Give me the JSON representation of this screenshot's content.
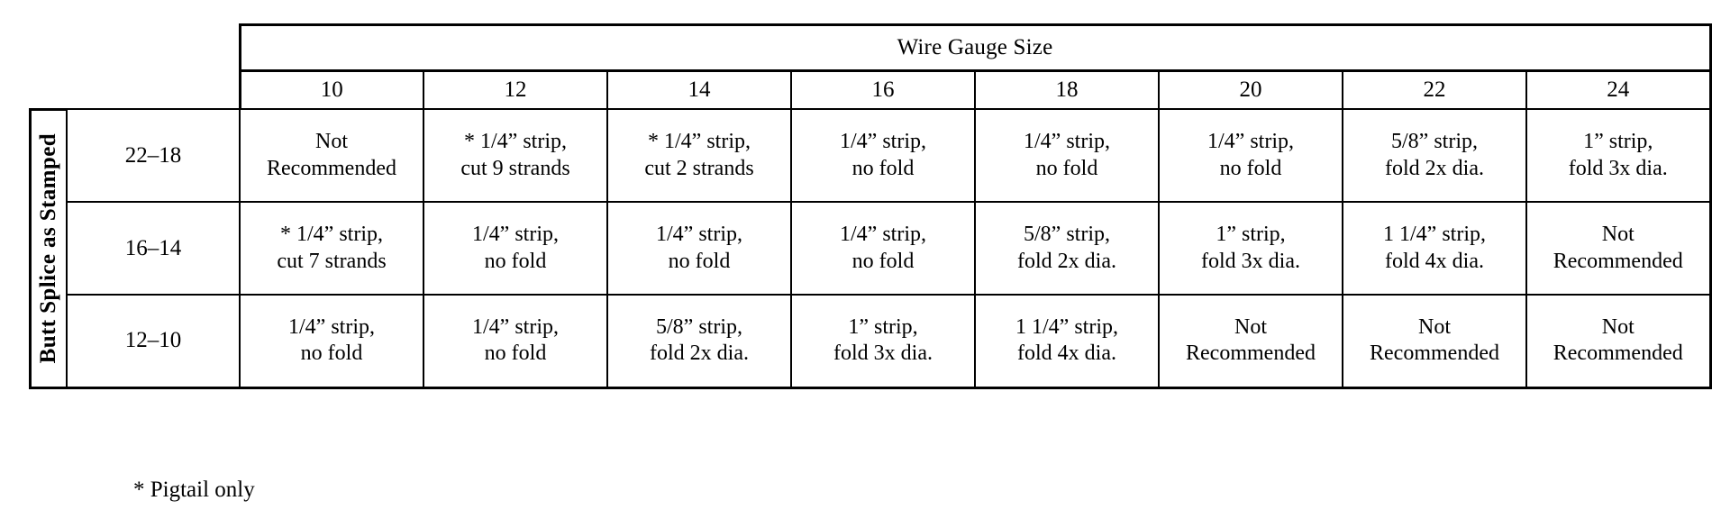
{
  "document": {
    "type": "table",
    "footnote": "* Pigtail only"
  },
  "table": {
    "column_group_header": "Wire Gauge Size",
    "row_group_label": "Butt Splice as Stamped",
    "column_headers": [
      "10",
      "12",
      "14",
      "16",
      "18",
      "20",
      "22",
      "24"
    ],
    "row_headers": [
      "22–18",
      "16–14",
      "12–10"
    ],
    "rows": [
      {
        "header": "22–18",
        "cells": [
          {
            "line1": "Not",
            "line2": "Recommended"
          },
          {
            "line1": "* 1/4” strip,",
            "line2": "cut 9 strands"
          },
          {
            "line1": "* 1/4” strip,",
            "line2": "cut 2 strands"
          },
          {
            "line1": "1/4” strip,",
            "line2": "no fold"
          },
          {
            "line1": "1/4” strip,",
            "line2": "no fold"
          },
          {
            "line1": "1/4” strip,",
            "line2": "no fold"
          },
          {
            "line1": "5/8” strip,",
            "line2": "fold 2x dia."
          },
          {
            "line1": "1” strip,",
            "line2": "fold 3x dia."
          }
        ]
      },
      {
        "header": "16–14",
        "cells": [
          {
            "line1": "* 1/4” strip,",
            "line2": "cut 7 strands"
          },
          {
            "line1": "1/4” strip,",
            "line2": "no fold"
          },
          {
            "line1": "1/4” strip,",
            "line2": "no fold"
          },
          {
            "line1": "1/4” strip,",
            "line2": "no fold"
          },
          {
            "line1": "5/8” strip,",
            "line2": "fold 2x dia."
          },
          {
            "line1": "1” strip,",
            "line2": "fold 3x dia."
          },
          {
            "line1": "1 1/4” strip,",
            "line2": "fold 4x dia."
          },
          {
            "line1": "Not",
            "line2": "Recommended"
          }
        ]
      },
      {
        "header": "12–10",
        "cells": [
          {
            "line1": "1/4” strip,",
            "line2": "no fold"
          },
          {
            "line1": "1/4” strip,",
            "line2": "no fold"
          },
          {
            "line1": "5/8” strip,",
            "line2": "fold 2x dia."
          },
          {
            "line1": "1” strip,",
            "line2": "fold 3x dia."
          },
          {
            "line1": "1 1/4” strip,",
            "line2": "fold 4x dia."
          },
          {
            "line1": "Not",
            "line2": "Recommended"
          },
          {
            "line1": "Not",
            "line2": "Recommended"
          },
          {
            "line1": "Not",
            "line2": "Recommended"
          }
        ]
      }
    ]
  },
  "colors": {
    "background": "#ffffff",
    "text": "#000000",
    "border": "#000000"
  }
}
